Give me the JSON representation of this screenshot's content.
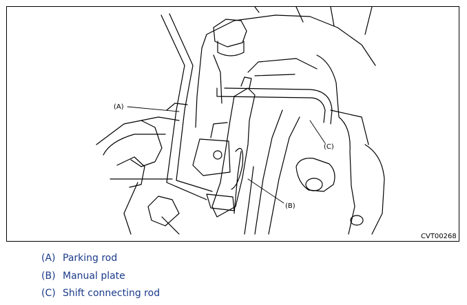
{
  "figure": {
    "code": "CVT00268",
    "callouts": [
      {
        "key": "A",
        "text": "(A)"
      },
      {
        "key": "B",
        "text": "(B)"
      },
      {
        "key": "C",
        "text": "(C)"
      }
    ]
  },
  "legend": [
    {
      "key": "(A)",
      "label": "Parking rod"
    },
    {
      "key": "(B)",
      "label": "Manual plate"
    },
    {
      "key": "(C)",
      "label": "Shift connecting rod"
    }
  ]
}
